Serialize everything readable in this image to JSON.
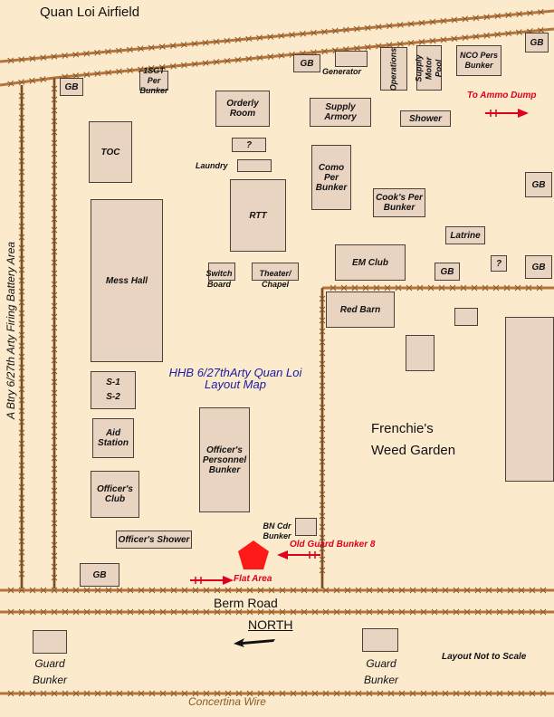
{
  "header": {
    "airfield": "Quan Loi Airfield"
  },
  "side_label": "A Btry 6/27th Arty Firing Battery Area",
  "center_title": {
    "line1": "HHB 6/27thArty Quan Loi",
    "line2": "Layout Map"
  },
  "weed_garden": {
    "line1": "Frenchie's",
    "line2": "Weed Garden"
  },
  "berm_road": "Berm Road",
  "north": "NORTH",
  "not_to_scale": "Layout Not to Scale",
  "concertina": "Concertina Wire",
  "red_labels": {
    "ammo_dump": "To Ammo Dump",
    "old_guard_bunker": "Old Guard Bunker 8",
    "flat_area": "Flat Area"
  },
  "buildings": {
    "gb": "GB",
    "first_sgt_bunker": "1SGT Per Bunker",
    "generator": "Generator",
    "operations": "Operations",
    "supply_motor_pool": "Supply Motor Pool",
    "nco_bunker": "NCO Pers Bunker",
    "orderly_room": "Orderly Room",
    "supply_armory": "Supply Armory",
    "shower": "Shower",
    "toc": "TOC",
    "unknown": "?",
    "laundry": "Laundry",
    "commo_bunker": "Como Per Bunker",
    "cooks_bunker": "Cook's Per Bunker",
    "rtt": "RTT",
    "latrine": "Latrine",
    "mess_hall": "Mess Hall",
    "switch_board": "Switch Board",
    "theater_chapel": "Theater/ Chapel",
    "em_club": "EM Club",
    "red_barn": "Red Barn",
    "s1_s2": "S-1 S-2",
    "aid_station": "Aid Station",
    "officers_bunker": "Officer's Personnel Bunker",
    "officers_club": "Officer's Club",
    "officers_shower": "Officer's Shower",
    "bn_cdr_bunker": "BN Cdr Bunker",
    "guard_bunker": "Guard Bunker"
  },
  "colors": {
    "background": "#fbeacc",
    "building": "#e9d4c1",
    "wire": "#b5733a",
    "accent_red": "#e0001b",
    "title_blue": "#1a1aa6"
  },
  "icons": {
    "north_arrow": "north-arrow-icon",
    "red_arrow": "red-arrow-icon",
    "bunker_marker": "pentagon-icon"
  }
}
